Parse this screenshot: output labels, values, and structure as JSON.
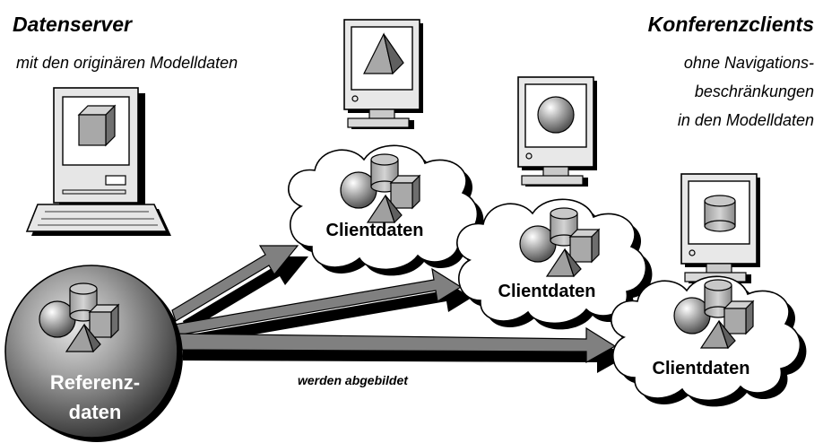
{
  "server": {
    "title": "Datenserver",
    "subtitle": "mit den originären Modelldaten"
  },
  "clients": {
    "title": "Konferenzclients",
    "subtitle_lines": [
      "ohne Navigations-",
      "beschränkungen",
      "in den Modelldaten"
    ]
  },
  "reference": {
    "line1": "Referenz-",
    "line2": "daten"
  },
  "cloud_labels": [
    "Clientdaten",
    "Clientdaten",
    "Clientdaten"
  ],
  "arrow_label": "werden abgebildet",
  "monitor_shapes": [
    "pyramid-icon",
    "sphere-icon",
    "cylinder-icon"
  ],
  "colors": {
    "arrow_fill": "#808080",
    "arrow_shadow": "#000000",
    "sphere_dark": "#5a5a5a",
    "shape_gray": "#a8a8a8"
  }
}
